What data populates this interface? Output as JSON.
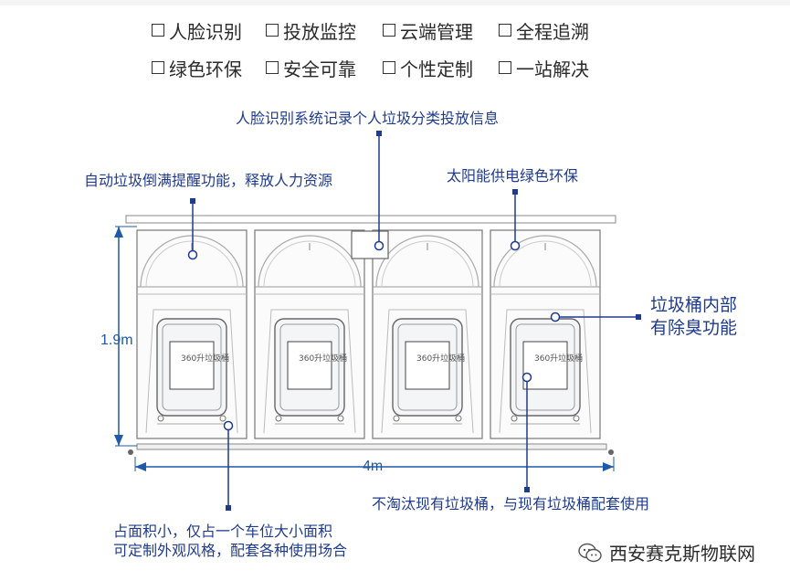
{
  "features": [
    {
      "label": "人脸识别"
    },
    {
      "label": "投放监控"
    },
    {
      "label": "云端管理"
    },
    {
      "label": "全程追溯"
    },
    {
      "label": "绿色环保"
    },
    {
      "label": "安全可靠"
    },
    {
      "label": "个性定制"
    },
    {
      "label": "一站解决"
    }
  ],
  "annotations": {
    "face_recognition": "人脸识别系统记录个人垃圾分类投放信息",
    "auto_full_alert": "自动垃圾倒满提醒功能，释放人力资源",
    "solar_power": "太阳能供电绿色环保",
    "deodorize_line1": "垃圾桶内部",
    "deodorize_line2": "有除臭功能",
    "compatible_bins": "不淘汰现有垃圾桶，与现有垃圾桶配套使用",
    "footprint_line1": "占面积小，仅占一个车位大小面积",
    "footprint_line2": "可定制外观风格，配套各种使用场合"
  },
  "dimensions": {
    "height": "1.9m",
    "width": "4m"
  },
  "bin_label": "360升垃圾桶",
  "watermark": "西安赛克斯物联网",
  "colors": {
    "annotation": "#1f3b8f",
    "dimension": "#1e5aa8",
    "outline": "#555555",
    "marker": "#1f3b8f"
  }
}
